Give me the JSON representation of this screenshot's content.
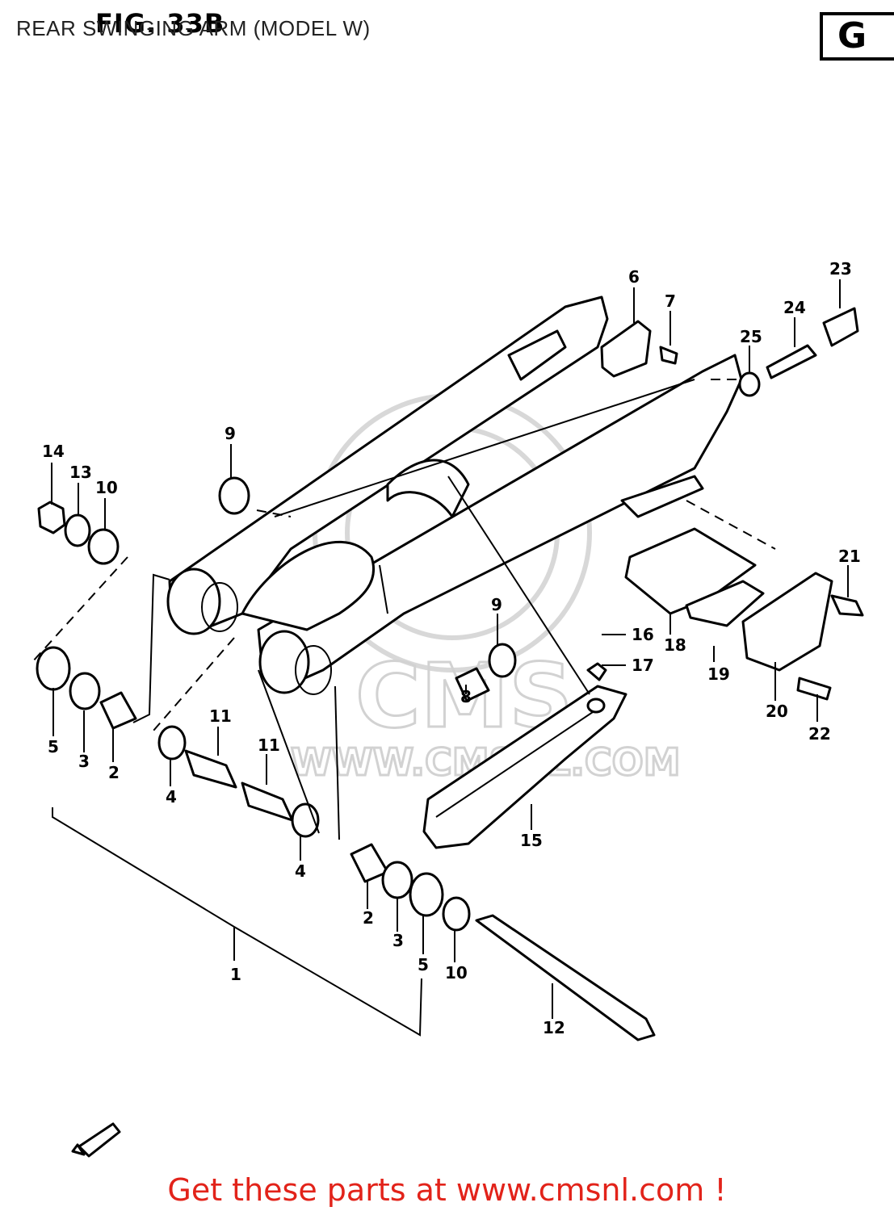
{
  "header": {
    "title": "REAR SWINGING ARM (MODEL W)",
    "figure": "FIG. 33B",
    "section": "G"
  },
  "watermark": {
    "logo": "CMS",
    "url": "WWW.CMSNL.COM"
  },
  "callouts": {
    "c1": "1",
    "c2a": "2",
    "c2b": "2",
    "c3a": "3",
    "c3b": "3",
    "c4a": "4",
    "c4b": "4",
    "c5a": "5",
    "c5b": "5",
    "c6": "6",
    "c7": "7",
    "c8": "8",
    "c9a": "9",
    "c9b": "9",
    "c10a": "10",
    "c10b": "10",
    "c11a": "11",
    "c11b": "11",
    "c12": "12",
    "c13": "13",
    "c14": "14",
    "c15": "15",
    "c16": "16",
    "c17": "17",
    "c18": "18",
    "c19": "19",
    "c20": "20",
    "c21": "21",
    "c22": "22",
    "c23": "23",
    "c24": "24",
    "c25": "25"
  },
  "footer": {
    "text": "Get these parts at www.cmsnl.com !"
  },
  "colors": {
    "link": "#e2231a",
    "ink": "#000000"
  }
}
